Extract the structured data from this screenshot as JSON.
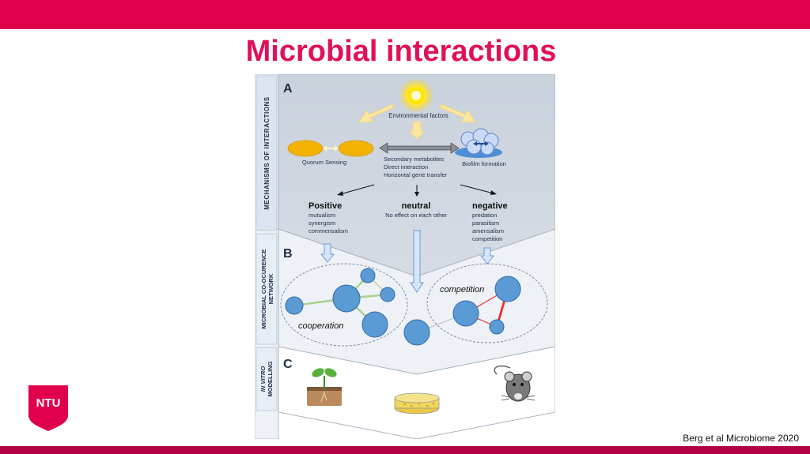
{
  "slide": {
    "title": "Microbial interactions",
    "citation": "Berg et al Microbiome 2020",
    "logo_text": "NTU"
  },
  "colors": {
    "brand": "#e0004d",
    "title": "#e0105a",
    "node": "#5b9bd5",
    "panel_a": "#ced6e0",
    "panel_b": "#edf0f5"
  },
  "figure": {
    "panel_a": {
      "letter": "A",
      "side_label": "MECHANISMS OF INTERACTIONS",
      "env_factors": "Environmental factors",
      "quorum_sensing": "Quorum Sensing",
      "biofilm": "Biofilm formation",
      "mechanisms": [
        "Secondary metabolites",
        "Direct interaction",
        "Horizontal gene transfer"
      ],
      "positive": {
        "heading": "Positive",
        "items": [
          "mutualism",
          "synergism",
          "commensalism"
        ]
      },
      "neutral": {
        "heading": "neutral",
        "items": [
          "No effect on each other"
        ]
      },
      "negative": {
        "heading": "negative",
        "items": [
          "predation",
          "parasitism",
          "amensalism",
          "competition"
        ]
      }
    },
    "panel_b": {
      "letter": "B",
      "side_label_1": "MICROBIAL CO-OCURENCE",
      "side_label_2": "NETWORK",
      "cooperation": "cooperation",
      "competition": "competition"
    },
    "panel_c": {
      "letter": "C",
      "side_label_1": "IN VITRO",
      "side_label_2": "MODELLING",
      "icons": [
        "plant-icon",
        "petri-dish-icon",
        "mouse-icon"
      ]
    }
  }
}
